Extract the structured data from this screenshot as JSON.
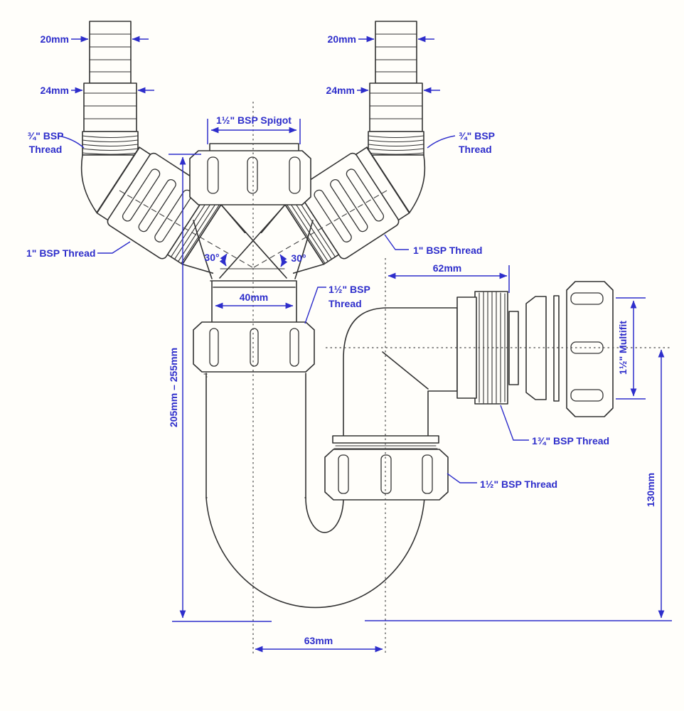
{
  "labels": {
    "hose_barb_20mm_left": "20mm",
    "hose_barb_24mm_left": "24mm",
    "bsp_thread_34_left_line1": "¾\" BSP",
    "bsp_thread_34_left_line2": "Thread",
    "hose_barb_20mm_right": "20mm",
    "hose_barb_24mm_right": "24mm",
    "bsp_thread_34_right_line1": "¾\" BSP",
    "bsp_thread_34_right_line2": "Thread",
    "spigot": "1½\" BSP Spigot",
    "bsp_thread_1_left": "1\" BSP Thread",
    "bsp_thread_1_right": "1\" BSP Thread",
    "angle_left": "30°",
    "angle_right": "30°",
    "inlet_diameter": "40mm",
    "bsp_thread_112_inlet_line1": "1½\" BSP",
    "bsp_thread_112_inlet_line2": "Thread",
    "outlet_length": "62mm",
    "multifit": "1½\" Multifit",
    "bsp_thread_134": "1¾\" BSP Thread",
    "bsp_thread_112_outlet": "1½\" BSP Thread",
    "height_adjustable": "205mm – 255mm",
    "outlet_height": "130mm",
    "trap_offset": "63mm"
  },
  "colors": {
    "dimension_blue": "#2e2ecb",
    "line_dark": "#333333",
    "background": "#fffefa"
  }
}
